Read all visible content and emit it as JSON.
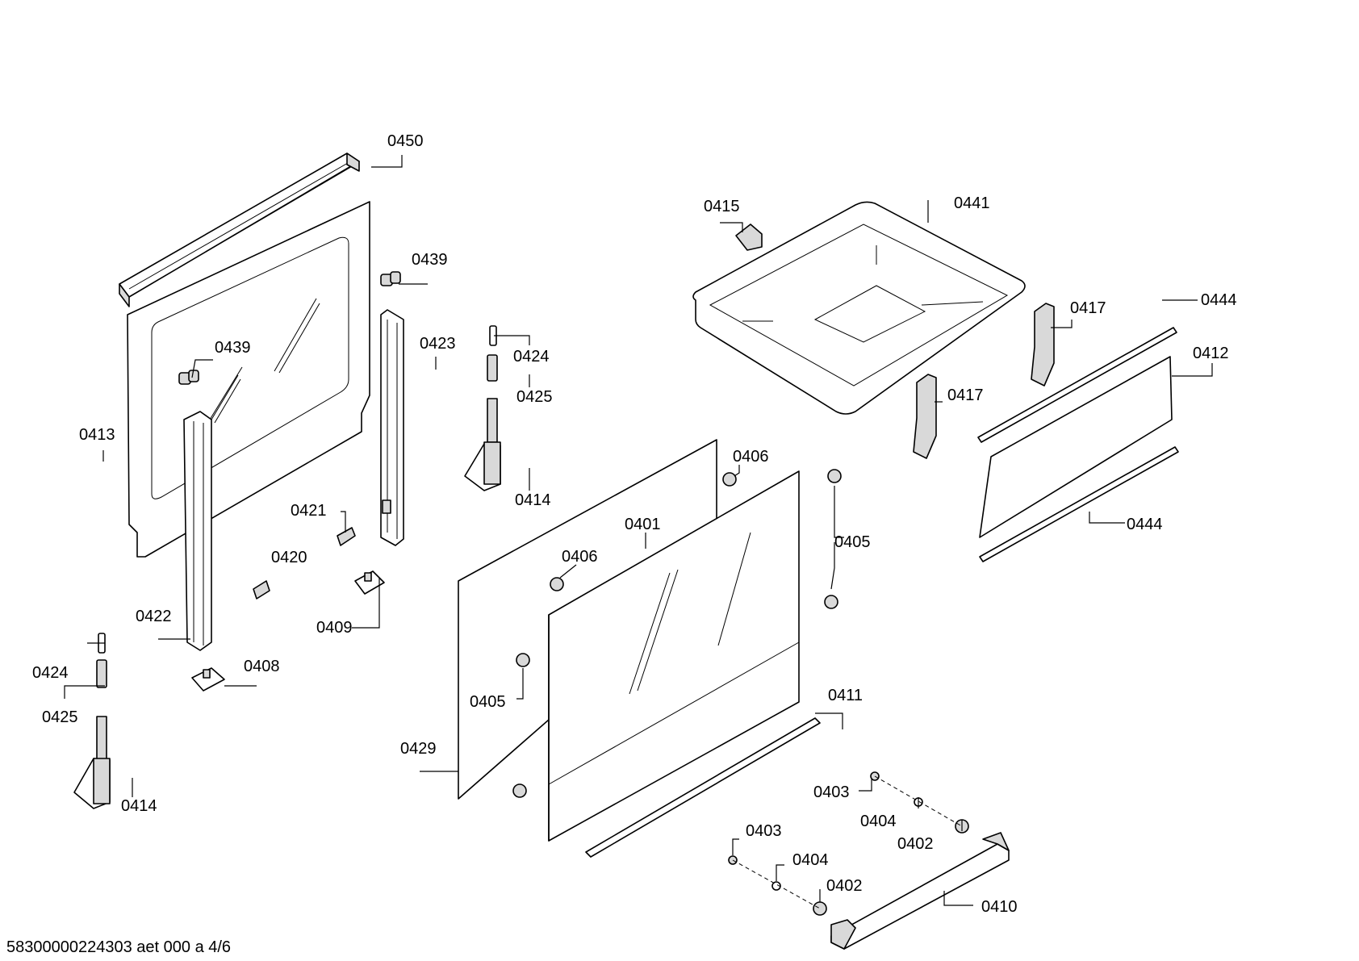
{
  "footer": {
    "text": "58300000224303 aet 000 a 4/6"
  },
  "labels": {
    "l0450": "0450",
    "l0439a": "0439",
    "l0439b": "0439",
    "l0413": "0413",
    "l0423": "0423",
    "l0424a": "0424",
    "l0425a": "0425",
    "l0414a": "0414",
    "l0421": "0421",
    "l0420": "0420",
    "l0409": "0409",
    "l0422": "0422",
    "l0424b": "0424",
    "l0425b": "0425",
    "l0408": "0408",
    "l0414b": "0414",
    "l0415": "0415",
    "l0441": "0441",
    "l0444a": "0444",
    "l0417a": "0417",
    "l0412": "0412",
    "l0417b": "0417",
    "l0406a": "0406",
    "l0401": "0401",
    "l0406b": "0406",
    "l0405a": "0405",
    "l0405b": "0405",
    "l0444b": "0444",
    "l0411": "0411",
    "l0429": "0429",
    "l0403a": "0403",
    "l0404a": "0404",
    "l0402a": "0402",
    "l0403b": "0403",
    "l0404b": "0404",
    "l0402b": "0402",
    "l0410": "0410"
  }
}
